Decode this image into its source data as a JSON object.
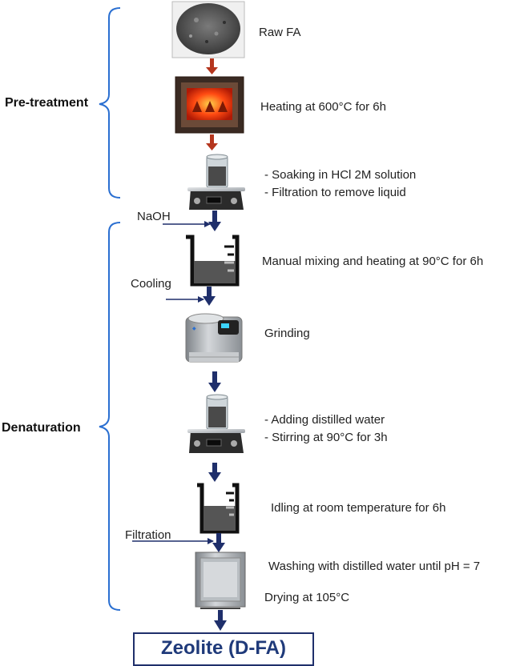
{
  "stages": {
    "pretreatment": "Pre-treatment",
    "denaturation": "Denaturation"
  },
  "steps": {
    "raw_fa": "Raw FA",
    "heating": "Heating at 600°C for 6h",
    "soaking_line1": "- Soaking in  HCl 2M solution",
    "soaking_line2": "- Filtration to remove liquid",
    "mixing": "Manual mixing and heating at 90°C for 6h",
    "grinding": "Grinding",
    "adding_line1": "- Adding distilled water",
    "adding_line2": "- Stirring at 90°C for 3h",
    "idling": "Idling at room temperature for 6h",
    "washing": "Washing with distilled water until pH = 7",
    "drying": "Drying at 105°C"
  },
  "inputs": {
    "naoh": "NaOH",
    "cooling": "Cooling",
    "filtration": "Filtration"
  },
  "result": "Zeolite (D-FA)",
  "colors": {
    "bracket": "#2a6fd1",
    "arrow_red": "#b5361e",
    "arrow_navy": "#1f2f6b",
    "furnace_glow": "#ff4a12",
    "result_text": "#1f3a7a"
  }
}
